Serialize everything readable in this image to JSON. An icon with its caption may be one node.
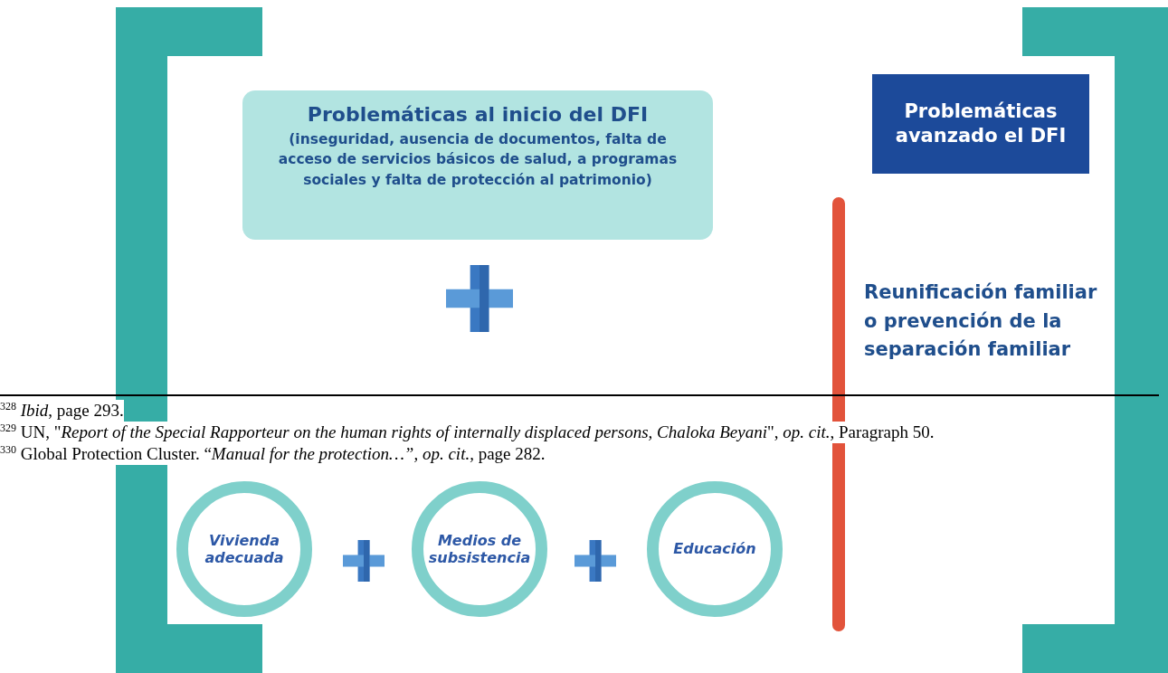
{
  "diagram": {
    "nodes": [
      {
        "text": [
          "Problemáticas al inicio del DFI",
          "(inseguridad, ausencia de documentos, falta de acceso de servicios básicos de salud, a programas sociales y falta de protección al patrimonio)"
        ]
      },
      {
        "text": [
          "Problemáticas avanzado el DFI"
        ]
      },
      {
        "text": [
          "Vivienda adecuada"
        ]
      },
      {
        "text": [
          "Medios de subsistencia"
        ]
      },
      {
        "text": [
          "Educación"
        ]
      },
      {
        "text": [],
        "shape": "bar"
      }
    ],
    "labels": [
      "Reunificación familiar o prevención de la separación familiar",
      "$^{328}$ *Ibid*, page 293.",
      "$^{329}$ UN, \"*Report of the Special Rapporteur on the human rights of internally displaced persons, Chaloka Beyani*\", *op. cit.*, Paragraph 50.",
      "$^{330}$ Global Protection Cluster. “*Manual for the protection…”, op. cit.,* page 282."
    ]
  }
}
